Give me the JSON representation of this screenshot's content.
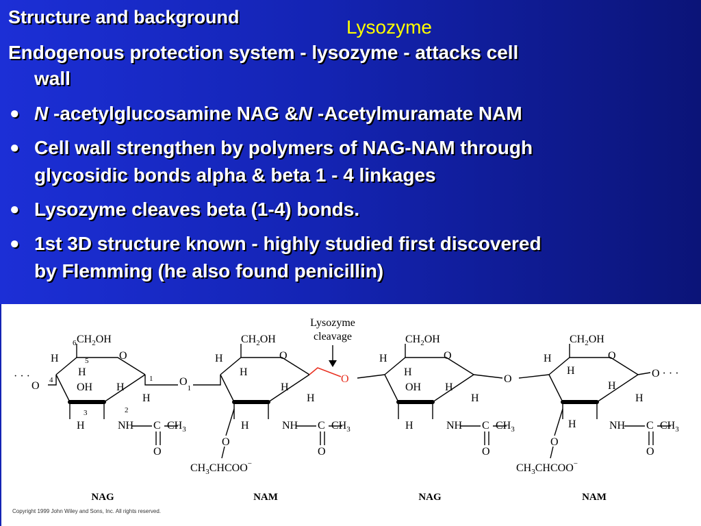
{
  "heading": "Structure and background",
  "title": "Lysozyme",
  "intro": {
    "line1": "Endogenous protection system - lysozyme - attacks cell",
    "line2": "wall"
  },
  "bullets": {
    "b1": {
      "n1": "N",
      "part1": " -acetylglucosamine NAG  &",
      "n2": "N",
      "part2": " -Acetylmuramate NAM"
    },
    "b2": {
      "line1": "Cell wall strengthen by polymers of NAG-NAM through",
      "line2": "glycosidic bonds  alpha & beta 1 - 4 linkages"
    },
    "b3": {
      "line1": "Lysozyme cleaves beta (1-4) bonds."
    },
    "b4": {
      "line1": "1st 3D structure known  -  highly studied first discovered",
      "line2": "by Flemming (he also found penicillin)"
    }
  },
  "diagram": {
    "cleavage_line1": "Lysozyme",
    "cleavage_line2": "cleavage",
    "left_ellipsis": "· · ·",
    "right_ellipsis": "O · · ·",
    "ring_labels": [
      "NAG",
      "NAM",
      "NAG",
      "NAM"
    ],
    "atoms": {
      "O": "O",
      "H": "H",
      "OH": "OH",
      "NH": "NH",
      "C": "C",
      "CH2OH": "CH",
      "CH2OH_sub": "2",
      "CH2OH_tail": "OH",
      "CH3": "CH",
      "CH3_sub": "3",
      "lactyl": "CH",
      "lactyl_sub": "3",
      "lactyl_tail": "CHCOO",
      "lactyl_sup": "−",
      "O1": "O",
      "O1_sub": "1"
    },
    "numbers": [
      "6",
      "5",
      "4",
      "1",
      "3",
      "2"
    ],
    "copyright": "Copyright 1999 John Wiley and Sons, Inc. All rights reserved."
  },
  "colors": {
    "heading_text": "#ffffff",
    "title_text": "#ffff00",
    "background": "#1424b4",
    "cleavage_bond": "#e83020"
  }
}
